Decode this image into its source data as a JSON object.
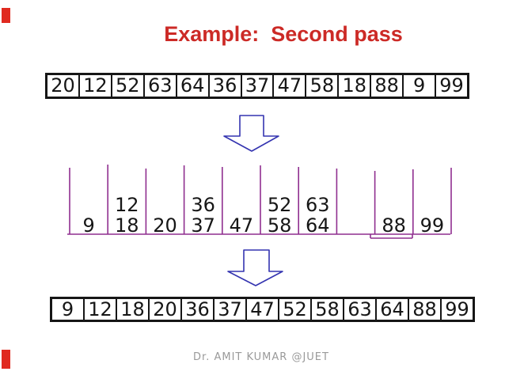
{
  "slide": {
    "title": "Example:  Second pass",
    "footer": "Dr. AMIT KUMAR @JUET",
    "colors": {
      "title_red": "#cc2a26",
      "accent_red": "#e02a20",
      "arrow_blue": "#3434b0",
      "bucket_purple": "#8f2e8f",
      "number_ink": "#161616",
      "footer_gray": "#9a9a9a"
    }
  },
  "diagram": {
    "top_array": {
      "values": [
        "20",
        "12",
        "52",
        "63",
        "64",
        "36",
        "37",
        "47",
        "58",
        "18",
        "88",
        "9",
        "99"
      ]
    },
    "buckets": {
      "items": [
        [
          "9"
        ],
        [
          "12",
          "18"
        ],
        [
          "20"
        ],
        [
          "36",
          "37"
        ],
        [
          "47"
        ],
        [
          "52",
          "58"
        ],
        [
          "63",
          "64"
        ],
        [],
        [
          "88"
        ],
        [
          "99"
        ]
      ]
    },
    "bottom_array": {
      "values": [
        "9",
        "12",
        "18",
        "20",
        "36",
        "37",
        "47",
        "52",
        "58",
        "63",
        "64",
        "88",
        "99"
      ]
    }
  }
}
